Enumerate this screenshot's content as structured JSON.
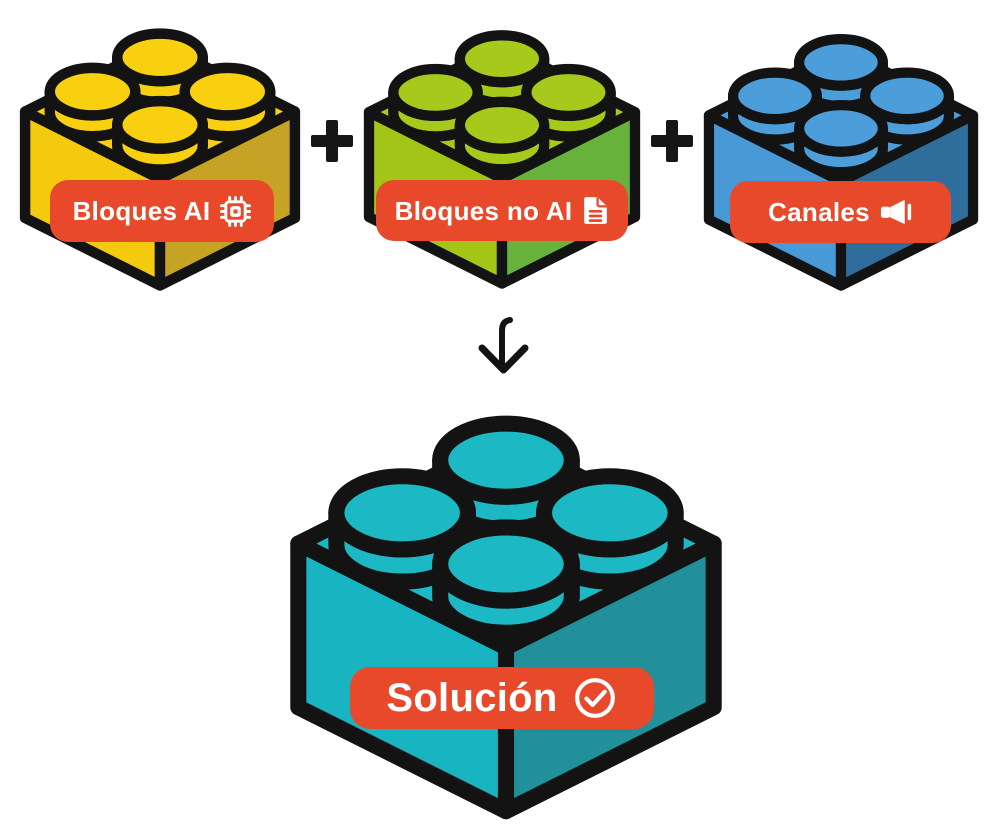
{
  "diagram": {
    "background": "#ffffff",
    "outline_color": "#131313",
    "pill": {
      "bg": "#E8492B",
      "text_color": "#ffffff"
    },
    "operators": {
      "separator_icon": "plus-icon",
      "flow_icon": "arrow-down-icon"
    },
    "bricks": [
      {
        "name": "bloques-ai",
        "label": "Bloques AI",
        "icon": "chip-icon",
        "colors": {
          "top": "#F9D00F",
          "left": "#F3CA0D",
          "right": "#C7A325"
        }
      },
      {
        "name": "bloques-no-ai",
        "label": "Bloques no AI",
        "icon": "document-icon",
        "colors": {
          "top": "#A7C91B",
          "left": "#A2C517",
          "right": "#67B23B"
        }
      },
      {
        "name": "canales",
        "label": "Canales",
        "icon": "megaphone-icon",
        "colors": {
          "top": "#4C9EDA",
          "left": "#4899D6",
          "right": "#2E6D9C"
        }
      },
      {
        "name": "solucion",
        "label": "Solución",
        "icon": "check-circle-icon",
        "colors": {
          "top": "#1CB9C5",
          "left": "#18B4C1",
          "right": "#21909A"
        }
      }
    ]
  }
}
